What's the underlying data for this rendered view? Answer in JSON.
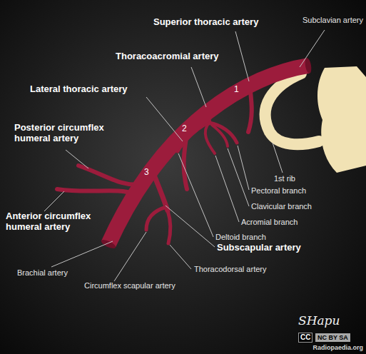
{
  "diagram": {
    "labels": [
      "Superior thoracic artery",
      "Subclavian artery",
      "Thoracoacromial artery",
      "Lateral thoracic artery",
      "Posterior circumflex humeral artery",
      "1st rib",
      "Pectoral branch",
      "Clavicular branch",
      "Acromial branch",
      "Deltoid branch",
      "Anterior circumflex humeral artery",
      "Subscapular artery",
      "Brachial artery",
      "Thoracodorsal artery",
      "Circumflex scapular artery",
      "1",
      "2",
      "3",
      "SHapu",
      "CC",
      "NC BY SA",
      "Radiopaedia.org"
    ]
  }
}
